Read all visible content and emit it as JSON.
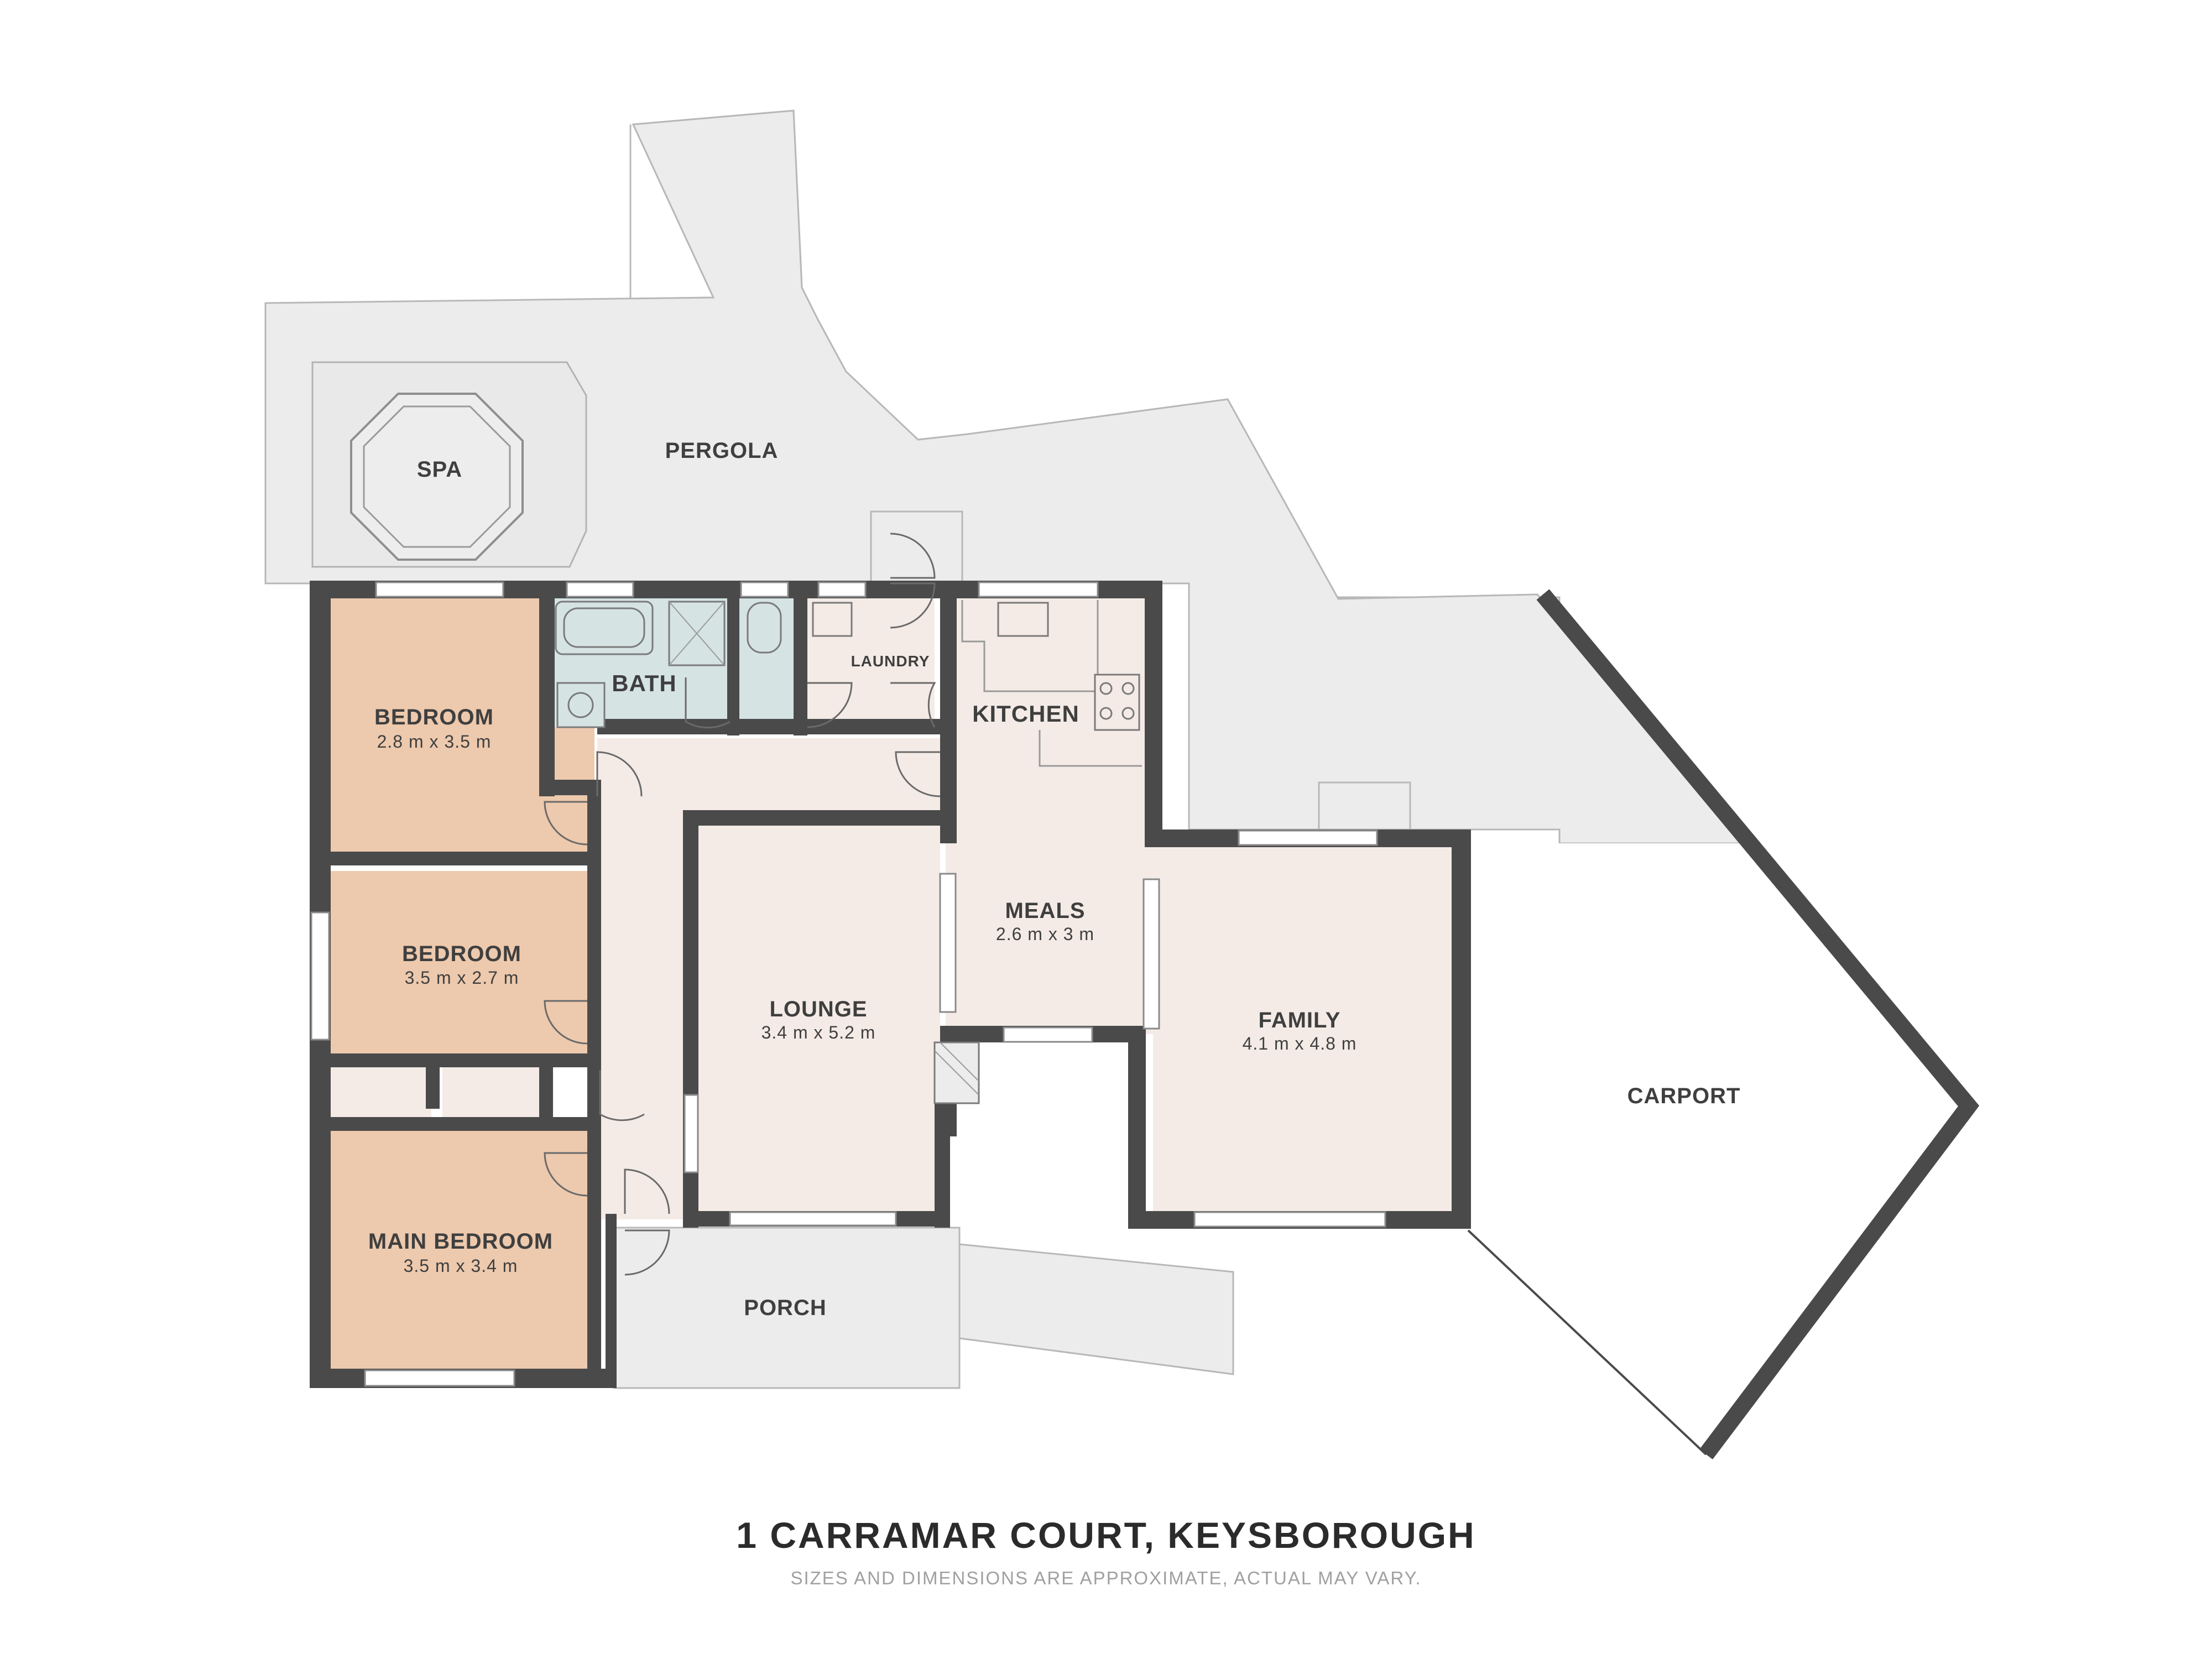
{
  "plan": {
    "title": "1 CARRAMAR COURT, KEYSBOROUGH",
    "disclaimer": "SIZES AND DIMENSIONS ARE APPROXIMATE, ACTUAL MAY VARY."
  },
  "rooms": {
    "pergola": {
      "name": "PERGOLA"
    },
    "spa": {
      "name": "SPA"
    },
    "bath": {
      "name": "BATH"
    },
    "laundry": {
      "name": "LAUNDRY"
    },
    "kitchen": {
      "name": "KITCHEN"
    },
    "bedroom1": {
      "name": "BEDROOM",
      "size": "2.8 m x 3.5 m"
    },
    "bedroom2": {
      "name": "BEDROOM",
      "size": "3.5 m x 2.7 m"
    },
    "main_bedroom": {
      "name": "MAIN BEDROOM",
      "size": "3.5 m x 3.4 m"
    },
    "lounge": {
      "name": "LOUNGE",
      "size": "3.4 m x 5.2 m"
    },
    "meals": {
      "name": "MEALS",
      "size": "2.6 m x 3 m"
    },
    "family": {
      "name": "FAMILY",
      "size": "4.1 m x 4.8 m"
    },
    "porch": {
      "name": "PORCH"
    },
    "carport": {
      "name": "CARPORT"
    }
  },
  "colors": {
    "wall": "#4a4a4a",
    "bedroom_fill": "#edc9ad",
    "living_fill": "#f4ebe6",
    "wet_fill": "#d5e3e3",
    "outdoor_fill": "#ececec"
  }
}
